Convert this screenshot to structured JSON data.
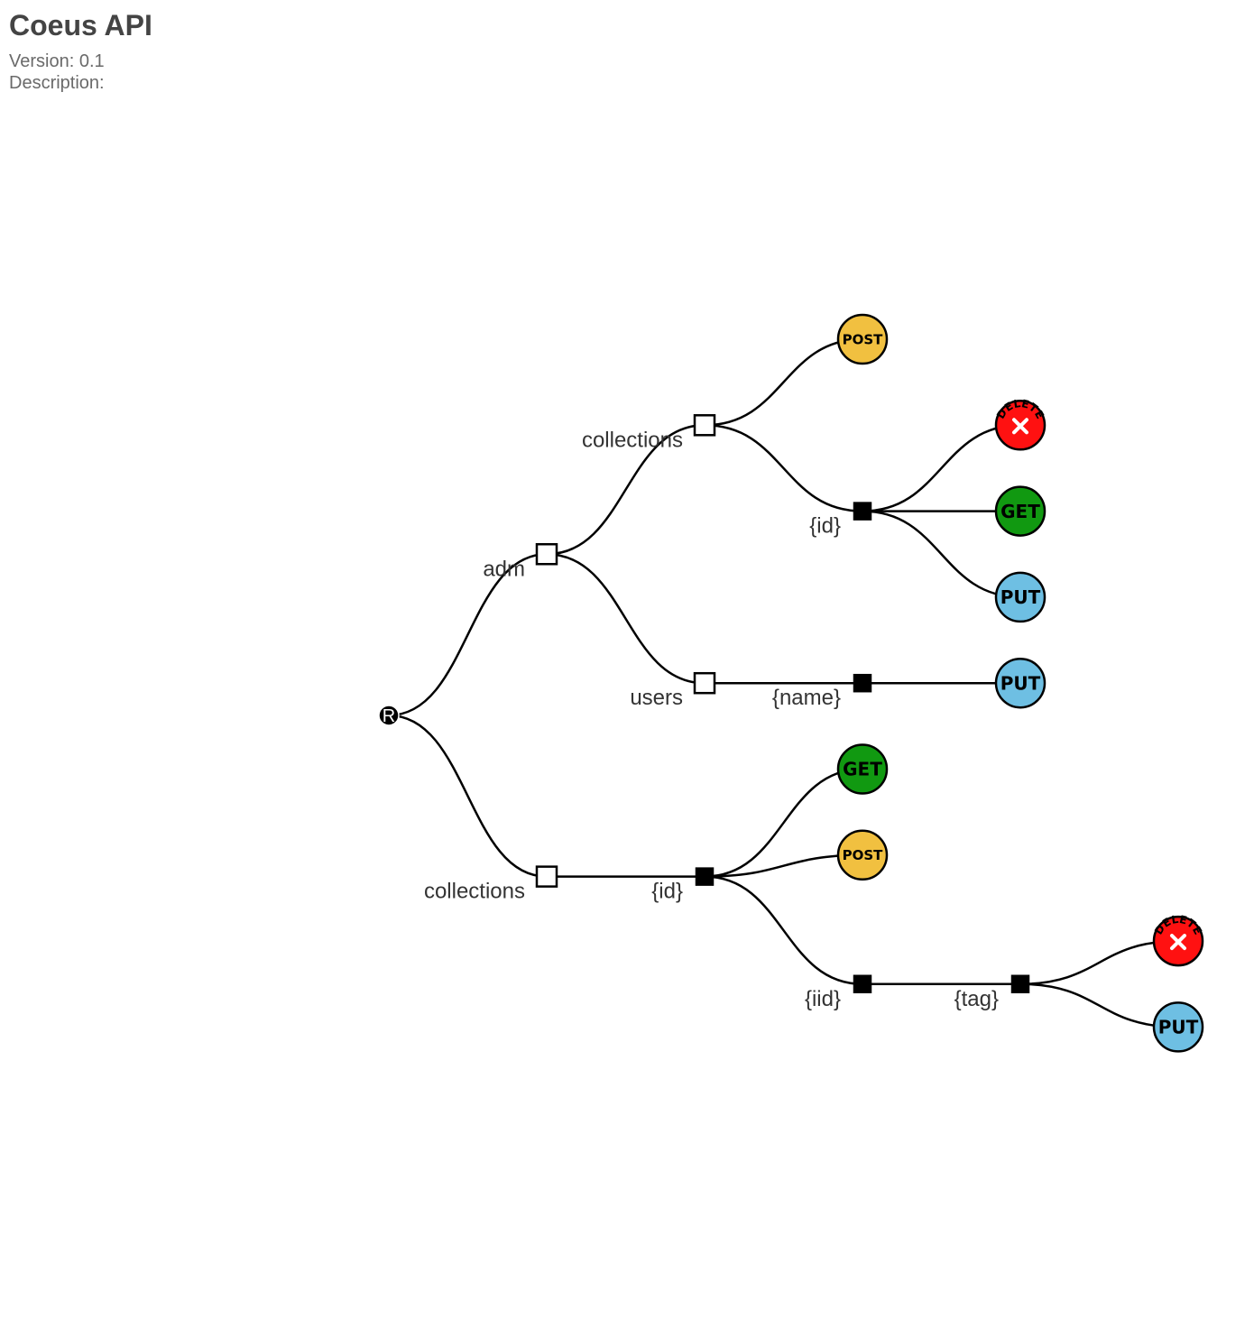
{
  "header": {
    "title": "Coeus API",
    "version_line": "Version: 0.1",
    "description_line": "Description:"
  },
  "colors": {
    "POST": "#f1c040",
    "GET": "#119911",
    "PUT": "#6ebfe3",
    "DELETE": "#ff1111",
    "link": "#000000",
    "label": "#333333"
  },
  "tree": {
    "root": {
      "label": "R"
    },
    "nodes": [
      {
        "id": "adm",
        "parent": "root",
        "label": "adm",
        "kind": "static"
      },
      {
        "id": "adm-collections",
        "parent": "adm",
        "label": "collections",
        "kind": "static"
      },
      {
        "id": "adm-collections-post",
        "parent": "adm-collections",
        "method": "POST",
        "kind": "method"
      },
      {
        "id": "adm-collections-id",
        "parent": "adm-collections",
        "label": "{id}",
        "kind": "param"
      },
      {
        "id": "adm-collections-id-delete",
        "parent": "adm-collections-id",
        "method": "DELETE",
        "kind": "method"
      },
      {
        "id": "adm-collections-id-get",
        "parent": "adm-collections-id",
        "method": "GET",
        "kind": "method"
      },
      {
        "id": "adm-collections-id-put",
        "parent": "adm-collections-id",
        "method": "PUT",
        "kind": "method"
      },
      {
        "id": "adm-users",
        "parent": "adm",
        "label": "users",
        "kind": "static"
      },
      {
        "id": "adm-users-name",
        "parent": "adm-users",
        "label": "{name}",
        "kind": "param"
      },
      {
        "id": "adm-users-name-put",
        "parent": "adm-users-name",
        "method": "PUT",
        "kind": "method"
      },
      {
        "id": "collections",
        "parent": "root",
        "label": "collections",
        "kind": "static"
      },
      {
        "id": "collections-id",
        "parent": "collections",
        "label": "{id}",
        "kind": "param"
      },
      {
        "id": "collections-id-get",
        "parent": "collections-id",
        "method": "GET",
        "kind": "method"
      },
      {
        "id": "collections-id-post",
        "parent": "collections-id",
        "method": "POST",
        "kind": "method"
      },
      {
        "id": "collections-id-iid",
        "parent": "collections-id",
        "label": "{iid}",
        "kind": "param"
      },
      {
        "id": "collections-id-iid-tag",
        "parent": "collections-id-iid",
        "label": "{tag}",
        "kind": "param"
      },
      {
        "id": "collections-id-iid-tag-delete",
        "parent": "collections-id-iid-tag",
        "method": "DELETE",
        "kind": "method"
      },
      {
        "id": "collections-id-iid-tag-put",
        "parent": "collections-id-iid-tag",
        "method": "PUT",
        "kind": "method"
      }
    ]
  }
}
